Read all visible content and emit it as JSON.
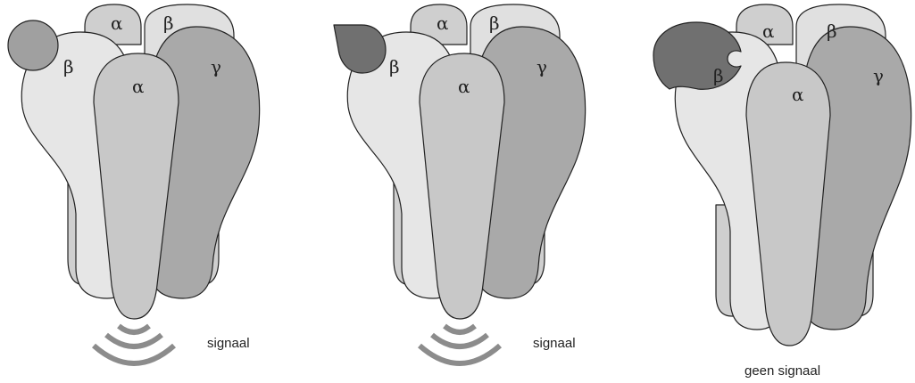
{
  "diagram": {
    "panels": [
      {
        "subunit_labels": {
          "alpha_back": "α",
          "beta_back": "β",
          "beta_front": "β",
          "alpha_front": "α",
          "gamma": "γ"
        },
        "ligand_shape": "circle",
        "signal_waves": true,
        "caption": "signaal"
      },
      {
        "subunit_labels": {
          "alpha_back": "α",
          "beta_back": "β",
          "beta_front": "β",
          "alpha_front": "α",
          "gamma": "γ"
        },
        "ligand_shape": "teardrop",
        "signal_waves": true,
        "caption": "signaal"
      },
      {
        "subunit_labels": {
          "alpha_back": "α",
          "beta_back": "β",
          "beta_front": "β",
          "alpha_front": "α",
          "gamma": "γ"
        },
        "ligand_shape": "notched-blob",
        "signal_waves": false,
        "caption": "geen signaal"
      }
    ]
  },
  "colors": {
    "outline": "#222222",
    "subunit_back": "#cfcfcf",
    "beta_front": "#e6e6e6",
    "alpha_front": "#c8c8c8",
    "gamma": "#a9a9a9",
    "ligand_circle": "#a0a0a0",
    "ligand_dark": "#707070",
    "signal_wave": "#8c8c8c"
  }
}
